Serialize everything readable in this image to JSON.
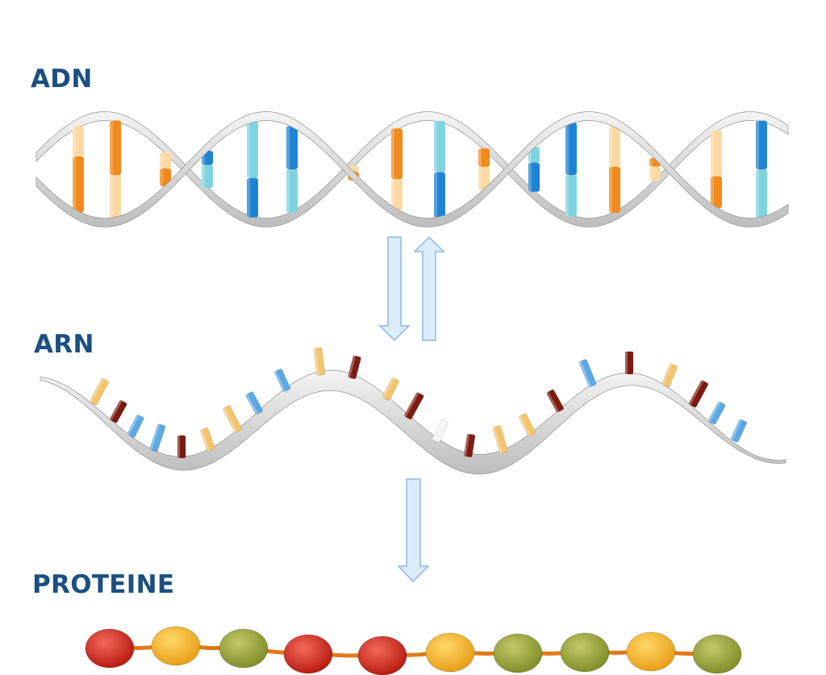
{
  "labels": {
    "dna": "ADN",
    "rna": "ARN",
    "protein": "PROTEINE"
  },
  "colors": {
    "label": "#1b4f82",
    "ribbon": "#e6e6e6",
    "ribbon_edge": "#9a9a9a",
    "arrow_fill": "#dcecfb",
    "arrow_stroke": "#8ab8e6",
    "orange": "#f28a1c",
    "light_orange": "#fbd9a2",
    "blue": "#1f84d4",
    "light_blue": "#7fd3df",
    "brown": "#7d1b10",
    "gold": "#f3c46a",
    "sky": "#5ba8e6",
    "bead_red": "#d9261c",
    "bead_yellow": "#f5b52a",
    "bead_olive": "#9aa53c",
    "linker": "#e07a1a"
  },
  "dna_base_pairs": [
    "orange",
    "orange",
    "orange",
    "blue",
    "blue",
    "blue",
    "orange",
    "orange",
    "blue",
    "orange",
    "blue",
    "blue",
    "orange",
    "orange",
    "orange",
    "blue"
  ],
  "rna_bases": [
    "gold",
    "brown",
    "sky",
    "sky",
    "brown",
    "gold",
    "gold",
    "sky",
    "sky",
    "gold",
    "brown",
    "gold",
    "brown",
    "white",
    "brown",
    "gold",
    "gold",
    "brown",
    "sky",
    "brown",
    "gold",
    "brown",
    "sky",
    "sky"
  ],
  "protein_beads": [
    "red",
    "yellow",
    "olive",
    "red",
    "red",
    "yellow",
    "olive",
    "olive",
    "yellow",
    "olive"
  ],
  "arrows": [
    "dna-to-rna",
    "rna-to-dna",
    "rna-to-protein"
  ]
}
